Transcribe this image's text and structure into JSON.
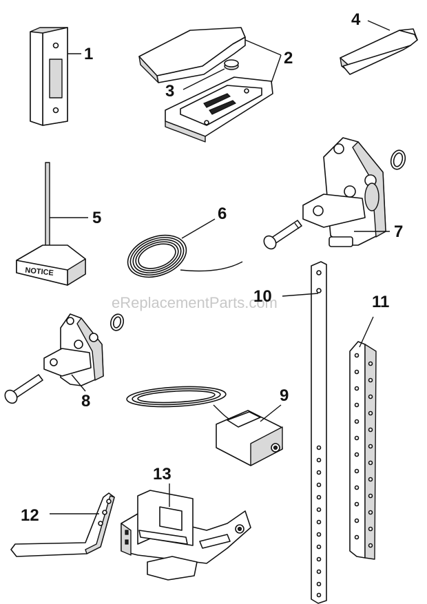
{
  "watermark": "eReplacementParts.com",
  "plate_text": "NOTICE",
  "callouts": [
    "1",
    "2",
    "3",
    "4",
    "5",
    "6",
    "7",
    "8",
    "9",
    "10",
    "11",
    "12",
    "13"
  ]
}
